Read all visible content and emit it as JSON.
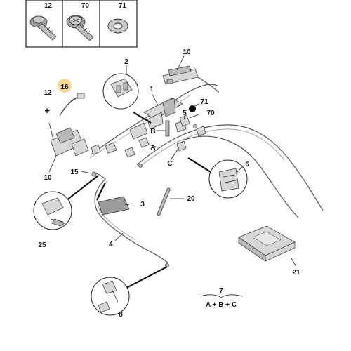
{
  "fastener_legend": {
    "items": [
      {
        "label": "12",
        "icon": "flange-bolt-icon"
      },
      {
        "label": "70",
        "icon": "torx-bolt-icon"
      },
      {
        "label": "71",
        "icon": "washer-icon"
      }
    ]
  },
  "callouts": {
    "p1": "1",
    "p2": "2",
    "p3": "3",
    "p4": "4",
    "p5": "5",
    "p6": "6",
    "p8": "8",
    "p10a": "10",
    "p10b": "10",
    "p12": "12",
    "p15": "15",
    "p16": "16",
    "p20": "20",
    "p21": "21",
    "p25": "25",
    "p70": "70",
    "p71": "71",
    "pA1": "A",
    "pA2": "A",
    "pB1": "B",
    "pB2": "B",
    "pC1": "C",
    "pC2": "C",
    "plus1": "+",
    "plus2": "+"
  },
  "formula": {
    "part": "7",
    "expression": "A + B + C"
  },
  "colors": {
    "highlight": "#f6d89a",
    "line": "#222222"
  }
}
